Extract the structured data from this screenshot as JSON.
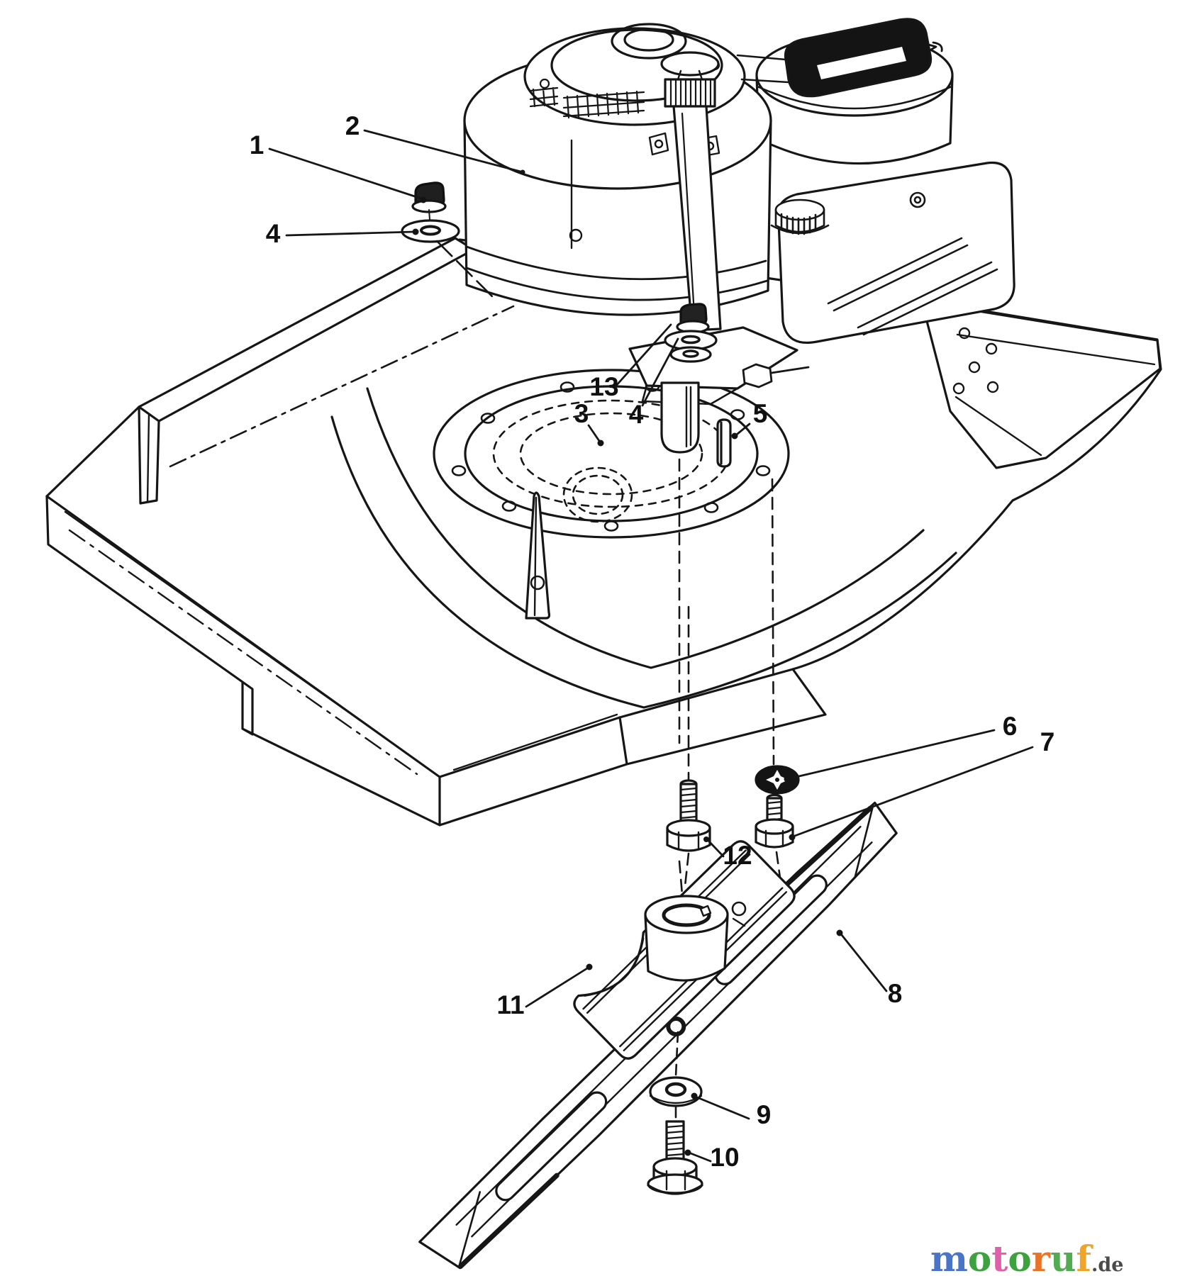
{
  "diagram": {
    "type": "exploded-parts-diagram",
    "subject": "walk-behind mower engine, deck and blade assembly",
    "callouts": [
      {
        "label": "1"
      },
      {
        "label": "2"
      },
      {
        "label": "3"
      },
      {
        "label": "4"
      },
      {
        "label": "4"
      },
      {
        "label": "5"
      },
      {
        "label": "6"
      },
      {
        "label": "7"
      },
      {
        "label": "8"
      },
      {
        "label": "9"
      },
      {
        "label": "10"
      },
      {
        "label": "11"
      },
      {
        "label": "12"
      },
      {
        "label": "13"
      }
    ]
  },
  "watermark": {
    "word": "motoruf",
    "letters": [
      {
        "ch": "m",
        "color": "#4a74c8"
      },
      {
        "ch": "o",
        "color": "#3da23d"
      },
      {
        "ch": "t",
        "color": "#e05fa8"
      },
      {
        "ch": "o",
        "color": "#3da23d"
      },
      {
        "ch": "r",
        "color": "#e87428"
      },
      {
        "ch": "u",
        "color": "#52aa52"
      },
      {
        "ch": "f",
        "color": "#f0a428"
      }
    ],
    "suffix": {
      "text": ".de",
      "color": "#4a4a4a"
    }
  },
  "canvas": {
    "background": "#ffffff",
    "line_color": "#161616"
  }
}
